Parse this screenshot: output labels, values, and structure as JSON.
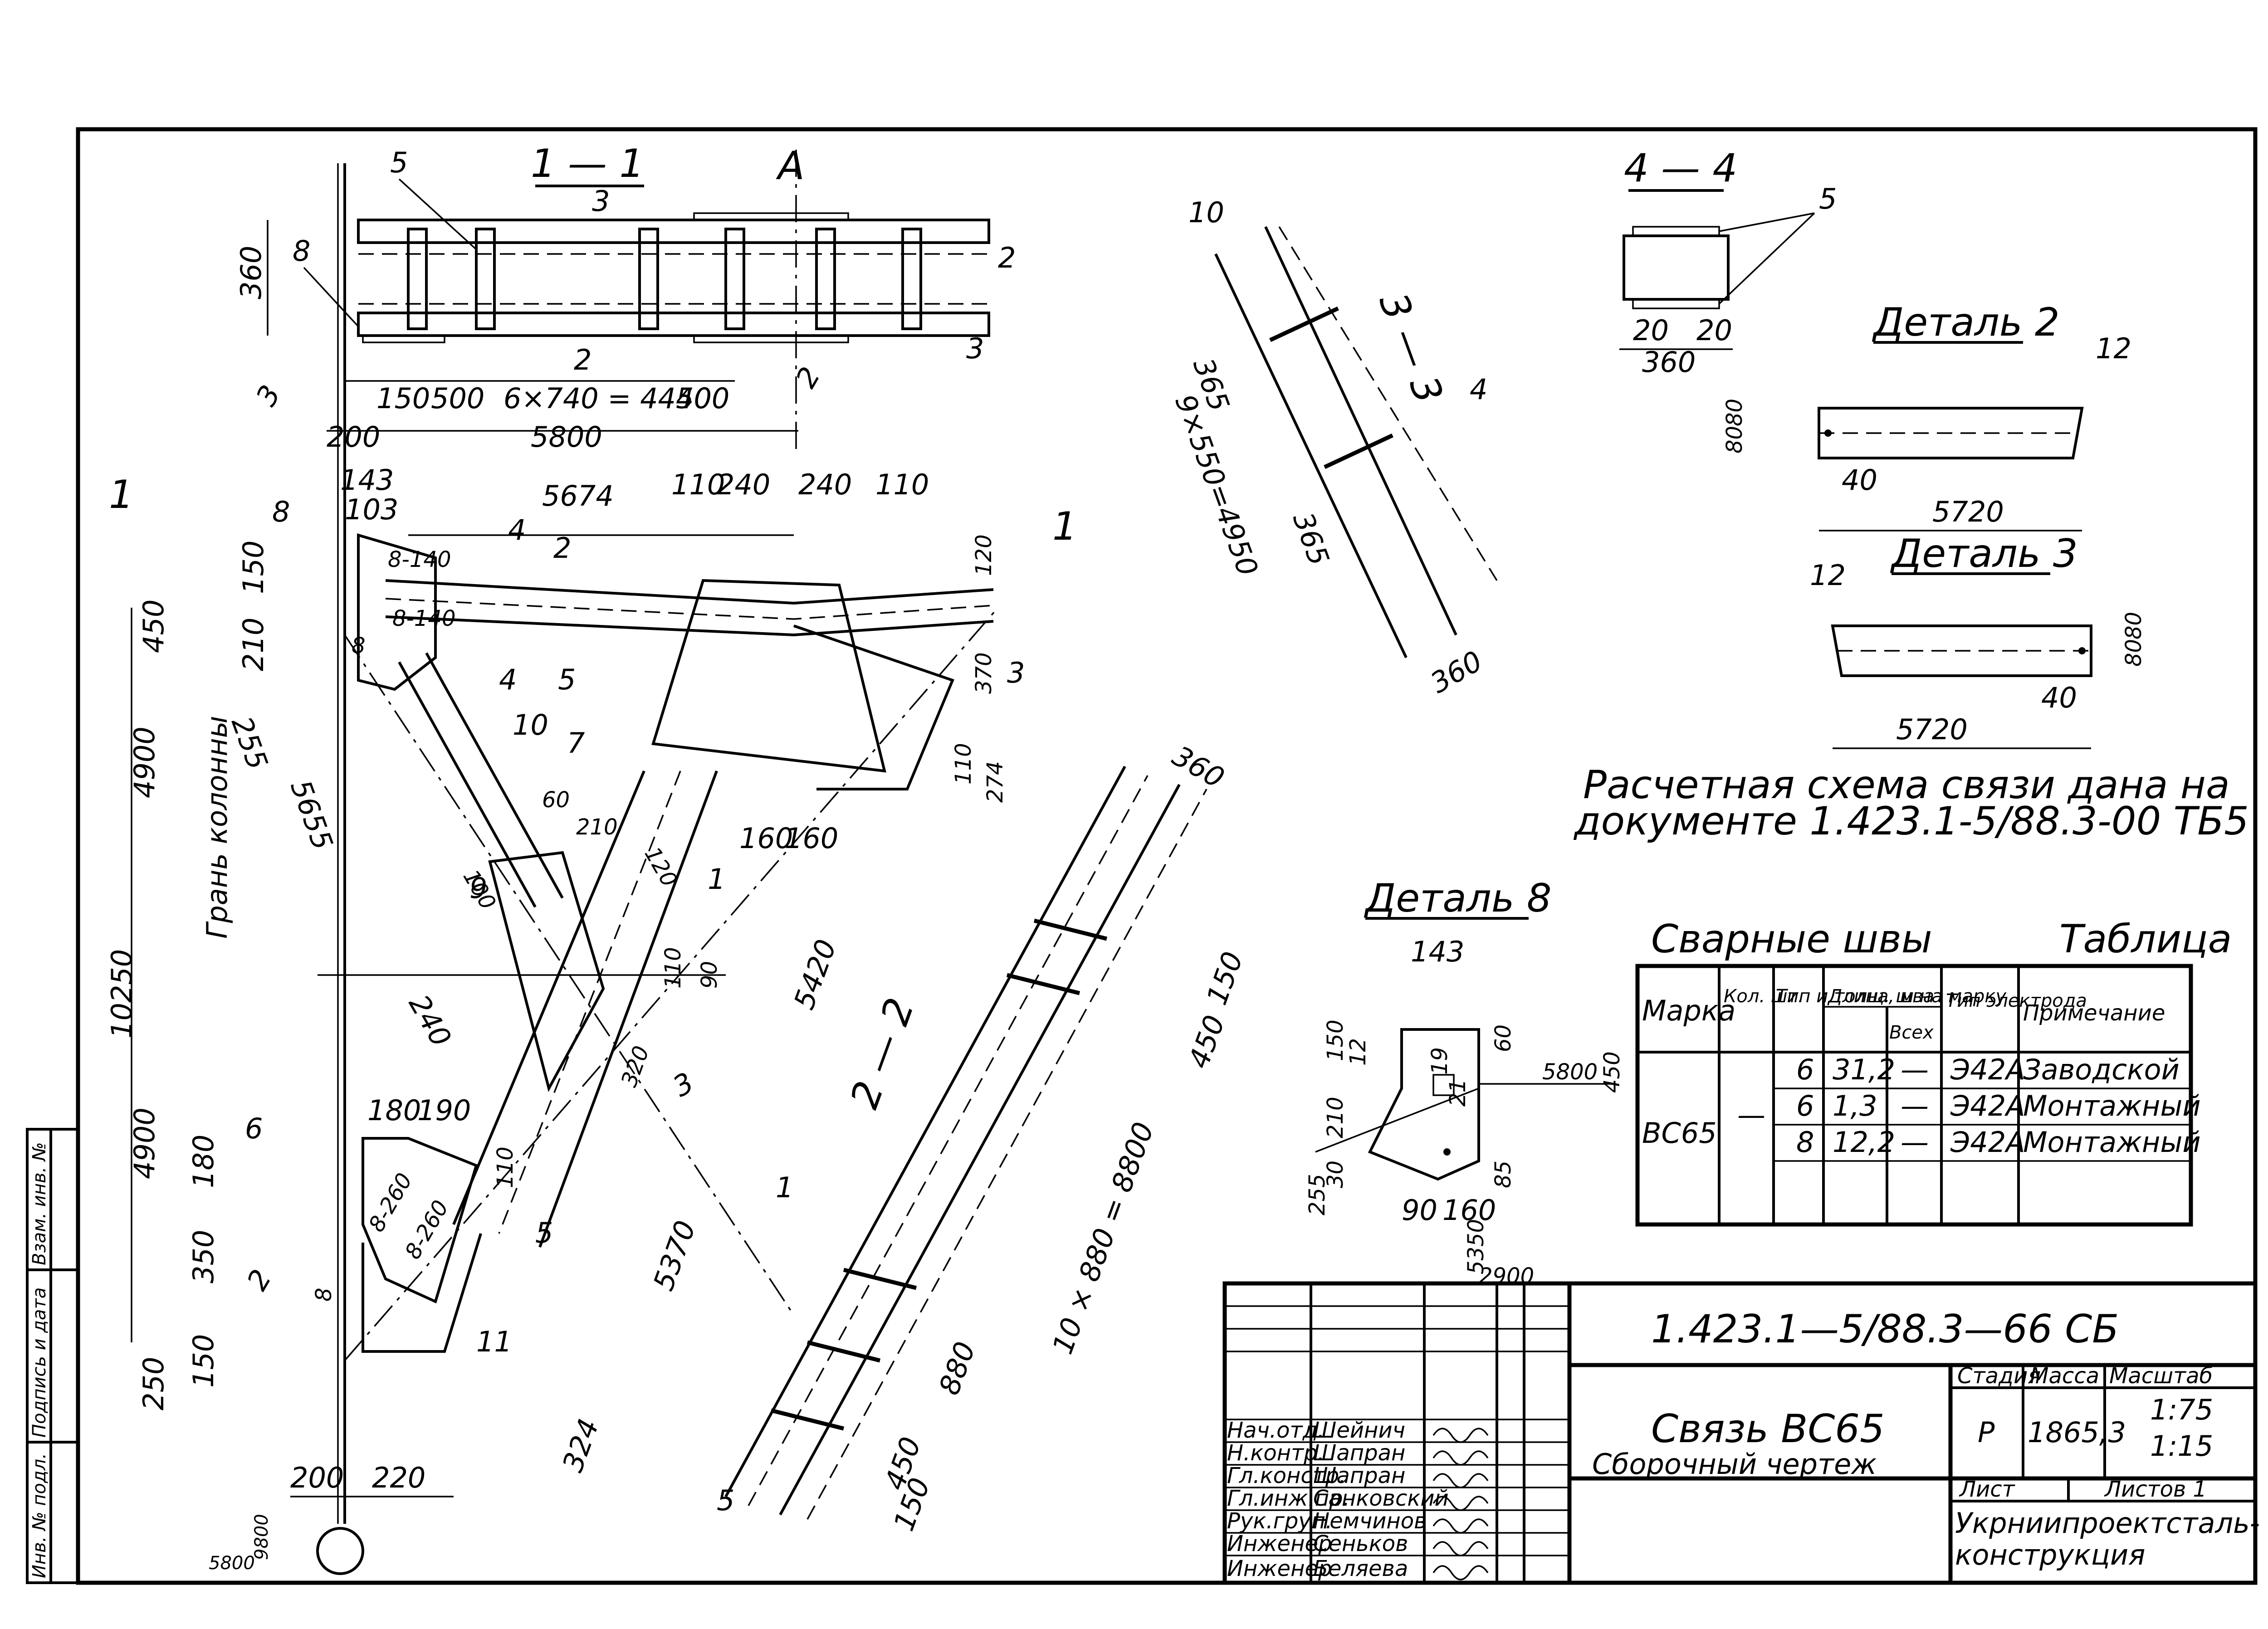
{
  "sections": {
    "s11": "1 — 1",
    "s22": "2 — 2",
    "s33": "3 — 3",
    "s44": "4 — 4",
    "axis": "А",
    "cut1": "1",
    "cut2": "2",
    "cut3": "3",
    "cut4": "4"
  },
  "details": {
    "d2": "Деталь 2",
    "d3": "Деталь 3",
    "d8": "Деталь 8",
    "face": "Грань колонны"
  },
  "note": {
    "line1": "Расчетная схема связи дана на",
    "line2": "документе 1.423.1-5/88.3-00 ТБ5"
  },
  "parts": [
    "1",
    "2",
    "3",
    "4",
    "5",
    "6",
    "7",
    "8",
    "9",
    "10",
    "11"
  ],
  "dims": {
    "s11": [
      "360",
      "150",
      "500",
      "6×740 = 4440",
      "500",
      "200",
      "5800"
    ],
    "plan": [
      "143",
      "103",
      "5674",
      "110",
      "240",
      "240",
      "110",
      "150",
      "210",
      "450",
      "8-140",
      "8-140",
      "8",
      "120",
      "370",
      "110",
      "274",
      "160",
      "160",
      "60",
      "210",
      "100",
      "120",
      "110",
      "90",
      "320",
      "240",
      "5420",
      "4900",
      "4900",
      "10250",
      "255",
      "5655",
      "180",
      "190",
      "180",
      "350",
      "150",
      "250",
      "110",
      "8-260",
      "8-260",
      "8",
      "200",
      "220",
      "5370",
      "324",
      "9800",
      "5800"
    ],
    "s22": [
      "360",
      "450",
      "150",
      "10 × 880 = 8800",
      "880",
      "450",
      "150"
    ],
    "s33": [
      "365",
      "9×550=4950",
      "365",
      "360"
    ],
    "s44": [
      "20",
      "20",
      "360"
    ],
    "d2": [
      "12",
      "80",
      "80",
      "40",
      "5720"
    ],
    "d3": [
      "12",
      "80",
      "80",
      "40",
      "5720"
    ],
    "d8": [
      "143",
      "150",
      "12",
      "210",
      "30",
      "255",
      "60",
      "19",
      "21",
      "85",
      "90",
      "160",
      "5800",
      "450",
      "5350",
      "2900"
    ]
  },
  "weld_table": {
    "title": "Сварные швы",
    "label": "Таблица",
    "headers": [
      "Марка",
      "Кол. шт.",
      "Тип и толщ. шва",
      "Длина, м на марку",
      "Всех",
      "Тип электрода",
      "Примечание"
    ],
    "mark": "ВС65",
    "qty": "—",
    "rows": [
      {
        "type": "6",
        "per": "31,2",
        "all": "—",
        "electrode": "Э42А",
        "note": "Заводской"
      },
      {
        "type": "6",
        "per": "1,3",
        "all": "—",
        "electrode": "Э42А",
        "note": "Монтажный"
      },
      {
        "type": "8",
        "per": "12,2",
        "all": "—",
        "electrode": "Э42А",
        "note": "Монтажный"
      }
    ]
  },
  "title_block": {
    "code": "1.423.1—5/88.3—66 СБ",
    "name1": "Связь ВС65",
    "name2": "Сборочный чертеж",
    "stage_h": "Стадия",
    "mass_h": "Масса",
    "scale_h": "Масштаб",
    "stage": "Р",
    "mass": "1865,3",
    "scale1": "1:75",
    "scale2": "1:15",
    "sheet": "Лист",
    "sheets": "Листов 1",
    "org1": "Укрниипроектсталь-",
    "org2": "конструкция",
    "staff": [
      {
        "role": "Нач.отд.",
        "name": "Шейнич"
      },
      {
        "role": "Н.контр.",
        "name": "Шапран"
      },
      {
        "role": "Гл.констр.",
        "name": "Шапран"
      },
      {
        "role": "Гл.инж.пр.",
        "name": "Санковский"
      },
      {
        "role": "Рук.груп.",
        "name": "Немчинов"
      },
      {
        "role": "Инженер",
        "name": "Сеньков"
      },
      {
        "role": "Инженер",
        "name": "Беляева"
      }
    ]
  },
  "side_stamp": [
    "Инв. № подл.",
    "Подпись и дата",
    "Взам. инв. №"
  ]
}
